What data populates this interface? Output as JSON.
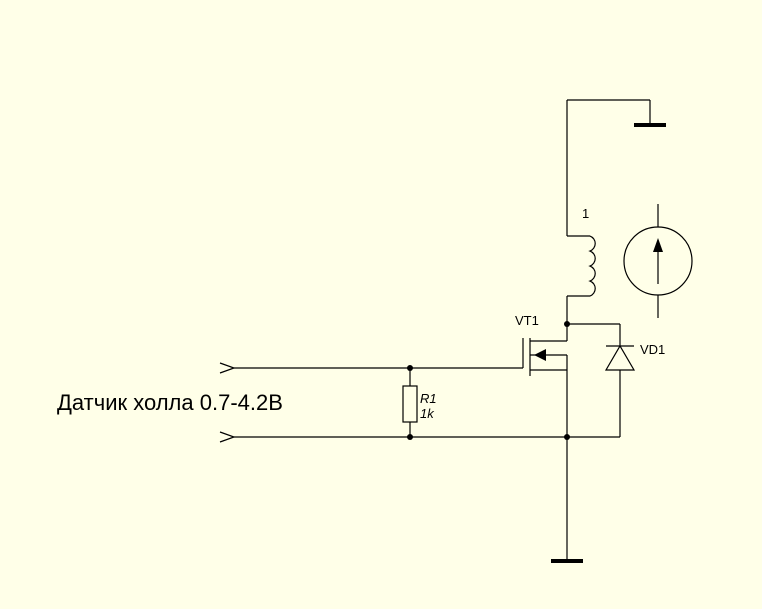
{
  "diagram": {
    "background": "#ffffe8",
    "line_color": "#000000",
    "labels": {
      "sensor": "Датчик холла 0.7-4.2В",
      "coil": "1",
      "transistor": "VT1",
      "diode": "VD1",
      "resistor_ref": "R1",
      "resistor_value": "1k"
    },
    "components": [
      {
        "ref": "VT1",
        "kind": "mosfet-n-channel"
      },
      {
        "ref": "VD1",
        "kind": "diode"
      },
      {
        "ref": "R1",
        "kind": "resistor",
        "value": "1k"
      },
      {
        "ref": "1",
        "kind": "inductor-coil"
      },
      {
        "kind": "dc-source-meter",
        "icon": "up-arrow-in-circle"
      },
      {
        "kind": "ground",
        "count": 2
      },
      {
        "kind": "input-terminal",
        "count": 2
      }
    ]
  }
}
